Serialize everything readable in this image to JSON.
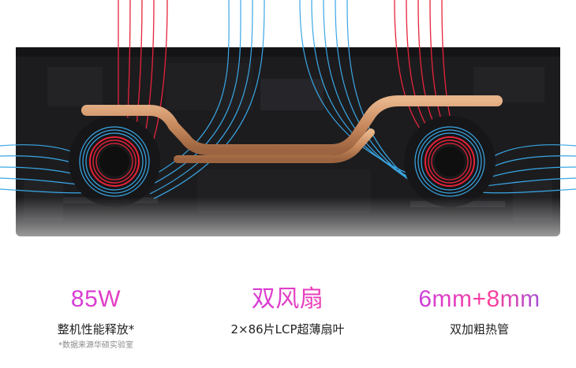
{
  "colors": {
    "hot_airflow": "#e8233b",
    "cool_airflow": "#3aa7e6",
    "heatpipe": "#c98a5e",
    "board": "#1c1c1e",
    "accent_start": "#b43cff",
    "accent_end": "#ff3f9a"
  },
  "icons": [
    "fan-left-icon",
    "fan-right-icon",
    "heatpipe-icon"
  ],
  "stats": [
    {
      "value": "85W",
      "label": "整机性能释放*",
      "note": "*数据来源华硕实验室"
    },
    {
      "value": "双风扇",
      "label": "2×86片LCP超薄扇叶"
    },
    {
      "value": "6mm+8mm",
      "label": "双加粗热管"
    }
  ]
}
